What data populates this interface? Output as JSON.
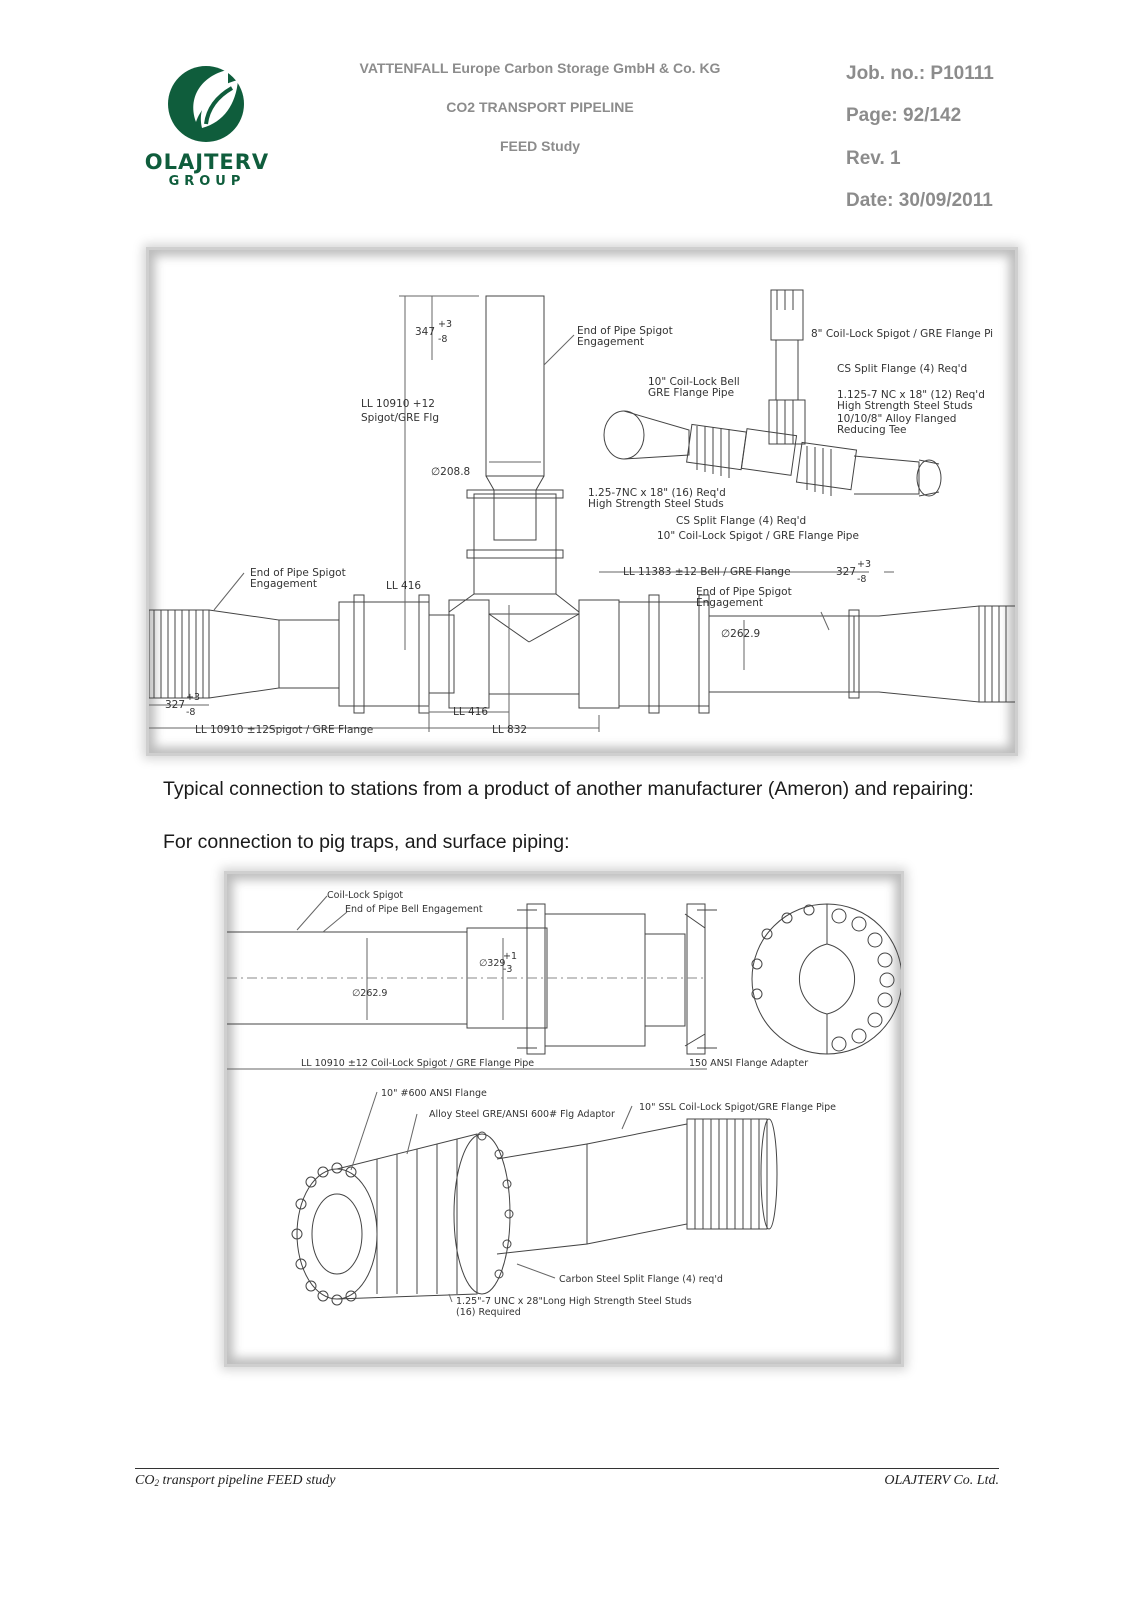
{
  "header": {
    "company": "VATTENFALL Europe Carbon Storage GmbH & Co. KG",
    "project": "CO2 TRANSPORT PIPELINE",
    "study": "FEED Study",
    "job": "Job. no.: P10111",
    "page": "Page:  92/142",
    "rev": "Rev.    1",
    "date": "Date: 30/09/2011",
    "logo_name": "OLAJTERV",
    "logo_group": "GROUP",
    "logo_color": "#0f5d3c"
  },
  "figure1": {
    "labels": {
      "tol_top": "347",
      "tol_top_sup": "+3",
      "tol_top_sub": "-8",
      "end_spigot_top_1": "End of Pipe Spigot",
      "end_spigot_top_2": "Engagement",
      "ll_10910_1": "LL 10910 +12",
      "ll_10910_2": "Spigot/GRE Flg",
      "dia_208": "∅208.8",
      "coil_lock_bell_1": "10\" Coil-Lock Bell",
      "coil_lock_bell_2": "GRE Flange Pipe",
      "coil_lock_8": "8\" Coil-Lock Spigot / GRE Flange Pi",
      "cs_split_top": "CS Split Flange (4) Req'd",
      "studs_12_1": "1.125-7 NC x 18\" (12) Req'd",
      "studs_12_2": "High Strength Steel Studs",
      "reducing_tee_1": "10/10/8\" Alloy Flanged",
      "reducing_tee_2": "Reducing Tee",
      "studs_16_1": "1.25-7NC x 18\" (16) Req'd",
      "studs_16_2": "High Strength Steel Studs",
      "cs_split_bottom": "CS Split Flange (4) Req'd",
      "coil_lock_10": "10\" Coil-Lock Spigot / GRE Flange Pipe",
      "end_spigot_left_1": "End of Pipe Spigot",
      "end_spigot_left_2": "Engagement",
      "ll_416_vert": "LL 416",
      "ll_11383": "LL 11383  ±12 Bell / GRE Flange",
      "tol_right": "327",
      "tol_right_sup": "+3",
      "tol_right_sub": "-8",
      "end_spigot_right_1": "End of Pipe Spigot",
      "end_spigot_right_2": "Engagement",
      "dia_262": "∅262.9",
      "tol_left": "327",
      "tol_left_sup": "+3",
      "tol_left_sub": "-8",
      "ll_416_horiz": "LL 416",
      "ll_10910_bottom": "LL 10910  ±12Spigot / GRE Flange",
      "ll_832": "LL 832"
    }
  },
  "paragraphs": {
    "p1": "Typical connection to stations from a product of another manufacturer (Ameron) and repairing:",
    "p2": "For connection to pig traps, and surface piping:"
  },
  "figure2": {
    "labels": {
      "coil_lock_spigot": "Coil-Lock Spigot",
      "end_bell": "End of Pipe Bell Engagement",
      "dia_329": "∅329",
      "dia_329_sup": "+1",
      "dia_329_sub": "-3",
      "dia_262": "∅262.9",
      "ll_coil_lock": "LL 10910 ±12 Coil-Lock Spigot / GRE Flange Pipe",
      "ansi_adapter": "150 ANSI Flange Adapter",
      "ansi_600": "10\" #600 ANSI Flange",
      "alloy_adaptor": "Alloy Steel GRE/ANSI 600# Flg Adaptor",
      "ssl_pipe": "10\" SSL Coil-Lock Spigot/GRE Flange Pipe",
      "carbon_split": "Carbon Steel Split Flange (4) req'd",
      "studs_1": "1.25\"-7 UNC x 28\"Long High Strength Steel Studs",
      "studs_2": "(16) Required"
    }
  },
  "footer": {
    "left_prefix": "CO",
    "left_sub": "2",
    "left_suffix": " transport pipeline FEED study",
    "right": "OLAJTERV Co. Ltd."
  }
}
